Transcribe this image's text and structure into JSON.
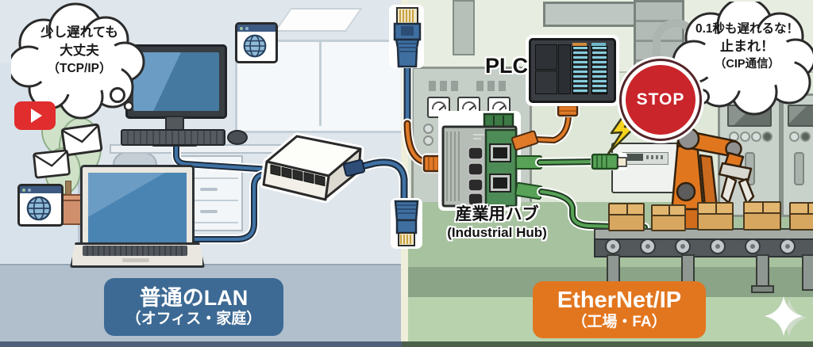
{
  "left_scene": {
    "bubble": {
      "line1": "少し遅れても",
      "line2": "大丈夫",
      "line3": "（TCP/IP）"
    },
    "caption": {
      "title": "普通のLAN",
      "subtitle": "（オフィス・家庭）"
    }
  },
  "right_scene": {
    "bubble": {
      "line1": "0.1秒も遅れるな！",
      "line2": "止まれ！",
      "line3": "（CIP通信）"
    },
    "plc_label": "PLC",
    "stop_sign_label": "STOP",
    "hub_caption": {
      "line1": "産業用ハブ",
      "line2": "(Industrial Hub)"
    },
    "caption": {
      "title": "EtherNet/IP",
      "subtitle": "（工場・FA）"
    }
  },
  "colors": {
    "lan_caption_bg": "#3d6a94",
    "eip_caption_bg": "#e2761f",
    "stop_red": "#c9252b",
    "cable_blue": "#4073a6",
    "cable_orange": "#e07a28",
    "cable_green": "#57a257",
    "youtube_red": "#e12d2d",
    "robot_orange": "#e0771f"
  }
}
